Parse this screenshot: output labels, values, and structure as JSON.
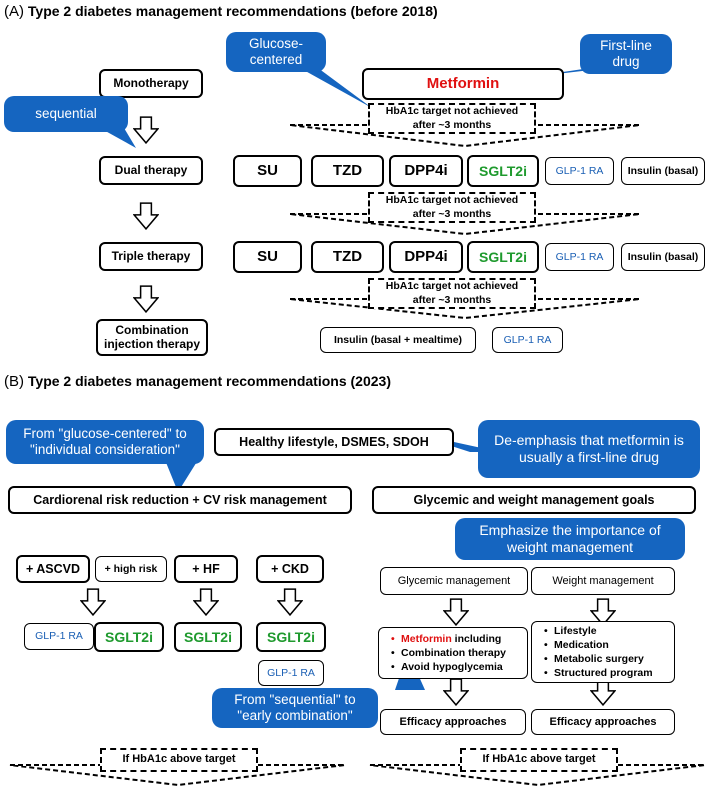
{
  "partA": {
    "label": "(A)",
    "title": "Type 2 diabetes management recommendations (before 2018)",
    "stages": [
      "Monotherapy",
      "Dual therapy",
      "Triple therapy",
      "Combination injection therapy"
    ],
    "first_drug": "Metformin",
    "hba1c_note_line1": "HbA1c target not achieved",
    "hba1c_note_line2": "after ~3 months",
    "dual_options": [
      "SU",
      "TZD",
      "DPP4i",
      "SGLT2i",
      "GLP-1 RA",
      "Insulin (basal)"
    ],
    "triple_options": [
      "SU",
      "TZD",
      "DPP4i",
      "SGLT2i",
      "GLP-1 RA",
      "Insulin (basal)"
    ],
    "injection_options": [
      "Insulin (basal + mealtime)",
      "GLP-1 RA"
    ],
    "callouts": {
      "glucose": "Glucose-centered",
      "first_line": "First-line drug",
      "sequential": "sequential"
    }
  },
  "partB": {
    "label": "(B)",
    "title": "Type 2 diabetes management recommendations (2023)",
    "lifestyle": "Healthy lifestyle, DSMES, SDOH",
    "cardiorenal": "Cardiorenal risk reduction + CV risk management",
    "glycemic_goals": "Glycemic and weight management goals",
    "conditions": [
      "+ ASCVD",
      "+ high risk",
      "+ HF",
      "+ CKD"
    ],
    "ascvd_drugs": [
      "GLP-1 RA",
      "SGLT2i"
    ],
    "hf_drug": "SGLT2i",
    "ckd_drugs": [
      "SGLT2i",
      "GLP-1 RA"
    ],
    "glycemic_management": "Glycemic management",
    "weight_management": "Weight management",
    "glycemic_items": [
      "Metformin",
      " including",
      "Combination therapy",
      "Avoid hypoglycemia"
    ],
    "weight_items": [
      "Lifestyle",
      "Medication",
      "Metabolic surgery",
      "Structured program"
    ],
    "efficacy": "Efficacy approaches",
    "hba1c_above": "If HbA1c above target",
    "callouts": {
      "individual": "From \"glucose-centered\" to \"individual consideration\"",
      "deemphasis": "De-emphasis that metformin is usually a first-line drug",
      "weight": "Emphasize the importance of weight management",
      "early": "From \"sequential\" to \"early combination\""
    }
  }
}
